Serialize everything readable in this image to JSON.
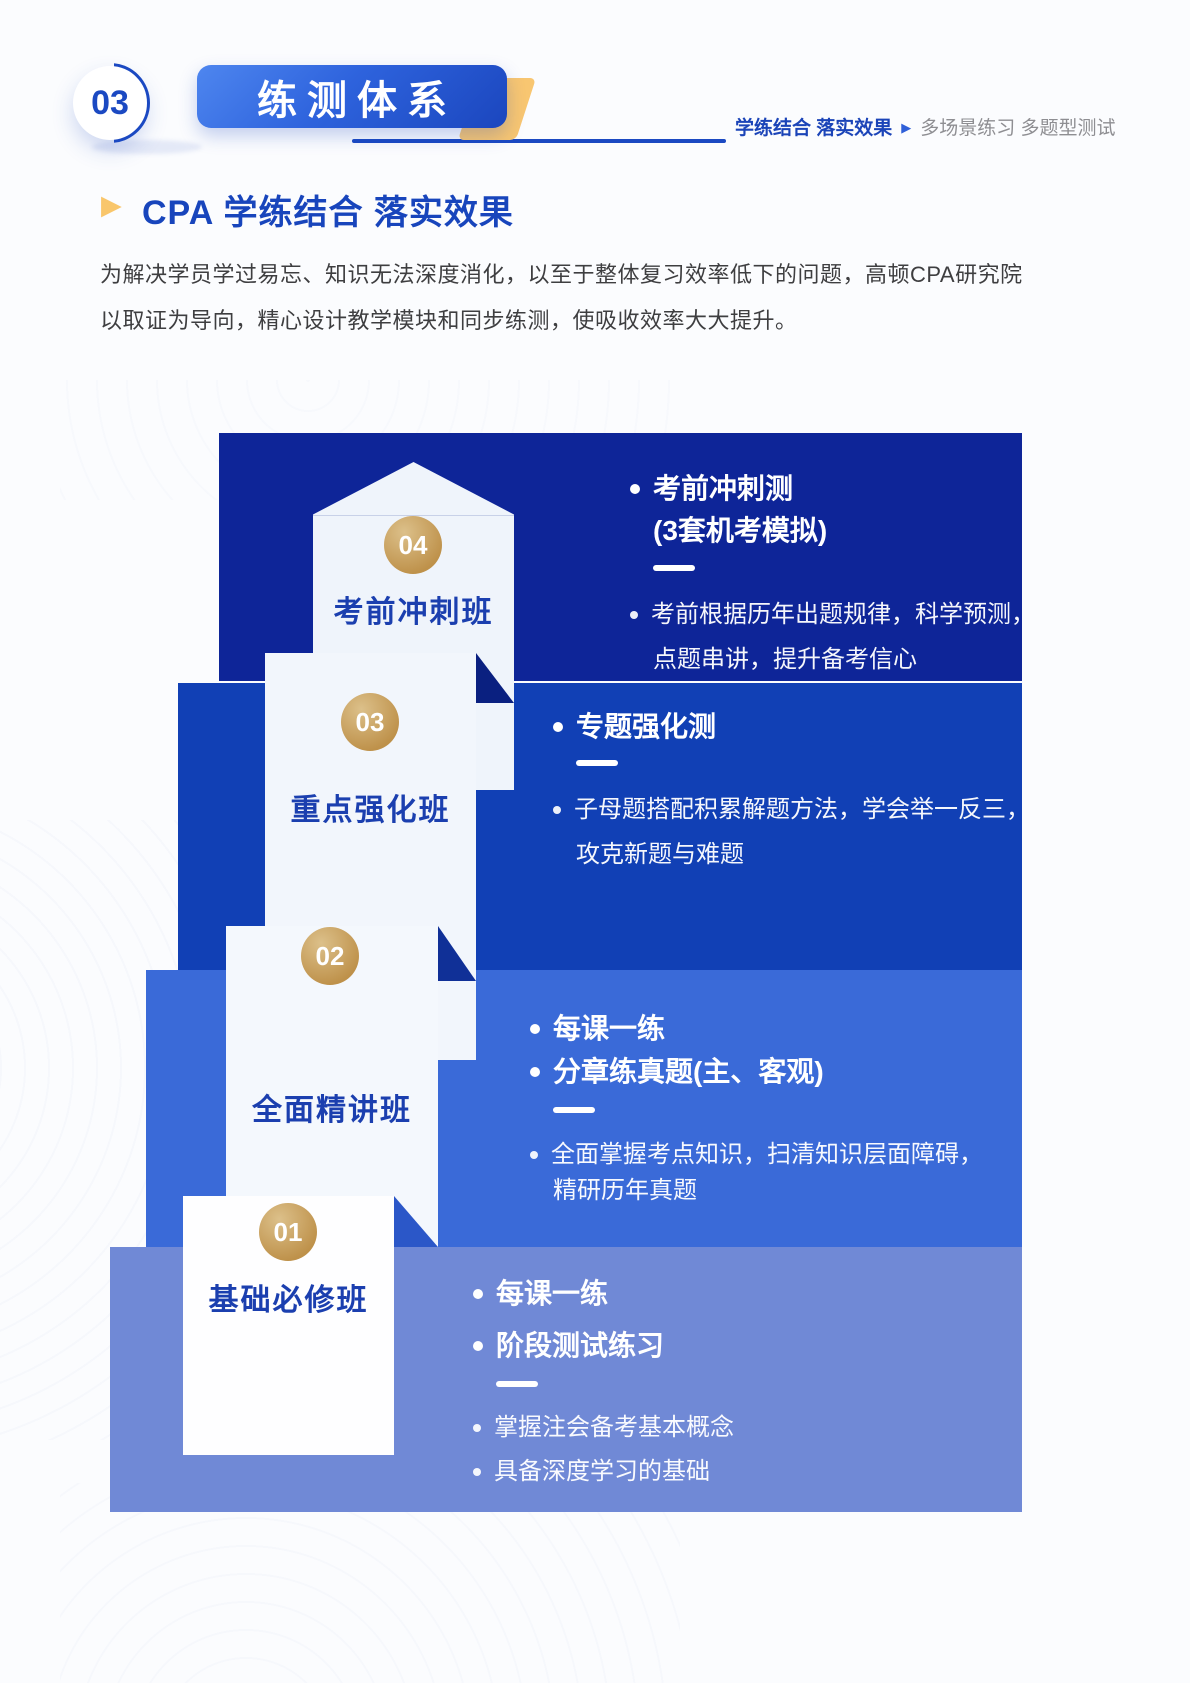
{
  "header": {
    "badge_number": "03",
    "banner_title": "练测体系",
    "nav_bold": "学练结合 落实效果",
    "nav_arrow": "▶",
    "nav_gray": "多场景练习 多题型测试"
  },
  "section": {
    "marker": "▶",
    "title": "CPA 学练结合 落实效果",
    "paragraph_line1": "为解决学员学过易忘、知识无法深度消化，以至于整体复习效率低下的问题，高顿CPA研究院",
    "paragraph_line2": "以取证为导向，精心设计教学模块和同步练测，使吸收效率大大提升。"
  },
  "diagram": {
    "levels": [
      {
        "number": "04",
        "name": "考前冲刺班",
        "bold_lines": [
          "考前冲刺测",
          "(3套机考模拟)"
        ],
        "body_lines": [
          "考前根据历年出题规律，科学预测，",
          "点题串讲，提升备考信心"
        ]
      },
      {
        "number": "03",
        "name": "重点强化班",
        "bold_lines": [
          "专题强化测"
        ],
        "body_lines": [
          "子母题搭配积累解题方法，学会举一反三，",
          "攻克新题与难题"
        ]
      },
      {
        "number": "02",
        "name": "全面精讲班",
        "bold_lines": [
          "每课一练",
          "分章练真题(主、客观)"
        ],
        "body_lines": [
          "全面掌握考点知识，扫清知识层面障碍，",
          "精研历年真题"
        ]
      },
      {
        "number": "01",
        "name": "基础必修班",
        "bold_lines": [
          "每课一练",
          "阶段测试练习"
        ],
        "body_lines": [
          "掌握注会备考基本概念",
          "具备深度学习的基础"
        ]
      }
    ],
    "colors": {
      "band4": "#0E2598",
      "band3": "#1140B5",
      "band2": "#3A6AD8",
      "band1": "#7089D6",
      "gold": "#C89B52",
      "label_blue": "#1B3FAF",
      "accent_yellow": "#F8C671",
      "brand_blue": "#1B49C2"
    }
  }
}
